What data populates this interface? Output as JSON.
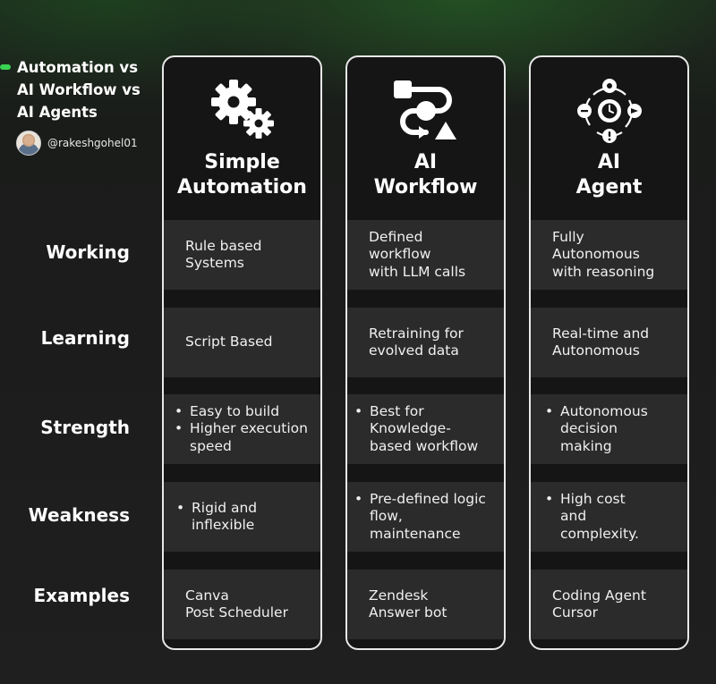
{
  "header": {
    "title_lines": [
      "Automation vs",
      "AI Workflow vs",
      "AI Agents"
    ],
    "handle": "@rakeshgohel01"
  },
  "rows": [
    "Working",
    "Learning",
    "Strength",
    "Weakness",
    "Examples"
  ],
  "columns": [
    {
      "title_lines": [
        "Simple",
        "Automation"
      ],
      "icon": "gears-icon",
      "working": "Rule based\nSystems",
      "learning": "Script Based",
      "strength": [
        "Easy to build",
        "Higher execution\nspeed"
      ],
      "weakness": [
        "Rigid and\ninflexible"
      ],
      "examples": "Canva\nPost Scheduler"
    },
    {
      "title_lines": [
        "AI",
        "Workflow"
      ],
      "icon": "workflow-icon",
      "working": "Defined\nworkflow\nwith LLM calls",
      "learning": "Retraining for\nevolved data",
      "strength": [
        "Best for\nKnowledge-\nbased workflow"
      ],
      "weakness": [
        "Pre-defined logic\nflow,\nmaintenance"
      ],
      "examples": "Zendesk\nAnswer bot"
    },
    {
      "title_lines": [
        "AI",
        "Agent"
      ],
      "icon": "agent-cycle-icon",
      "working": "Fully\nAutonomous\nwith reasoning",
      "learning": "Real-time and\nAutonomous",
      "strength": [
        "Autonomous\ndecision\nmaking"
      ],
      "weakness": [
        "High cost\nand\ncomplexity."
      ],
      "examples": "Coding Agent\nCursor"
    }
  ],
  "colors": {
    "accent": "#39d353",
    "cell": "#2b2b2b",
    "card": "#151515",
    "border": "#e8e8e8"
  }
}
